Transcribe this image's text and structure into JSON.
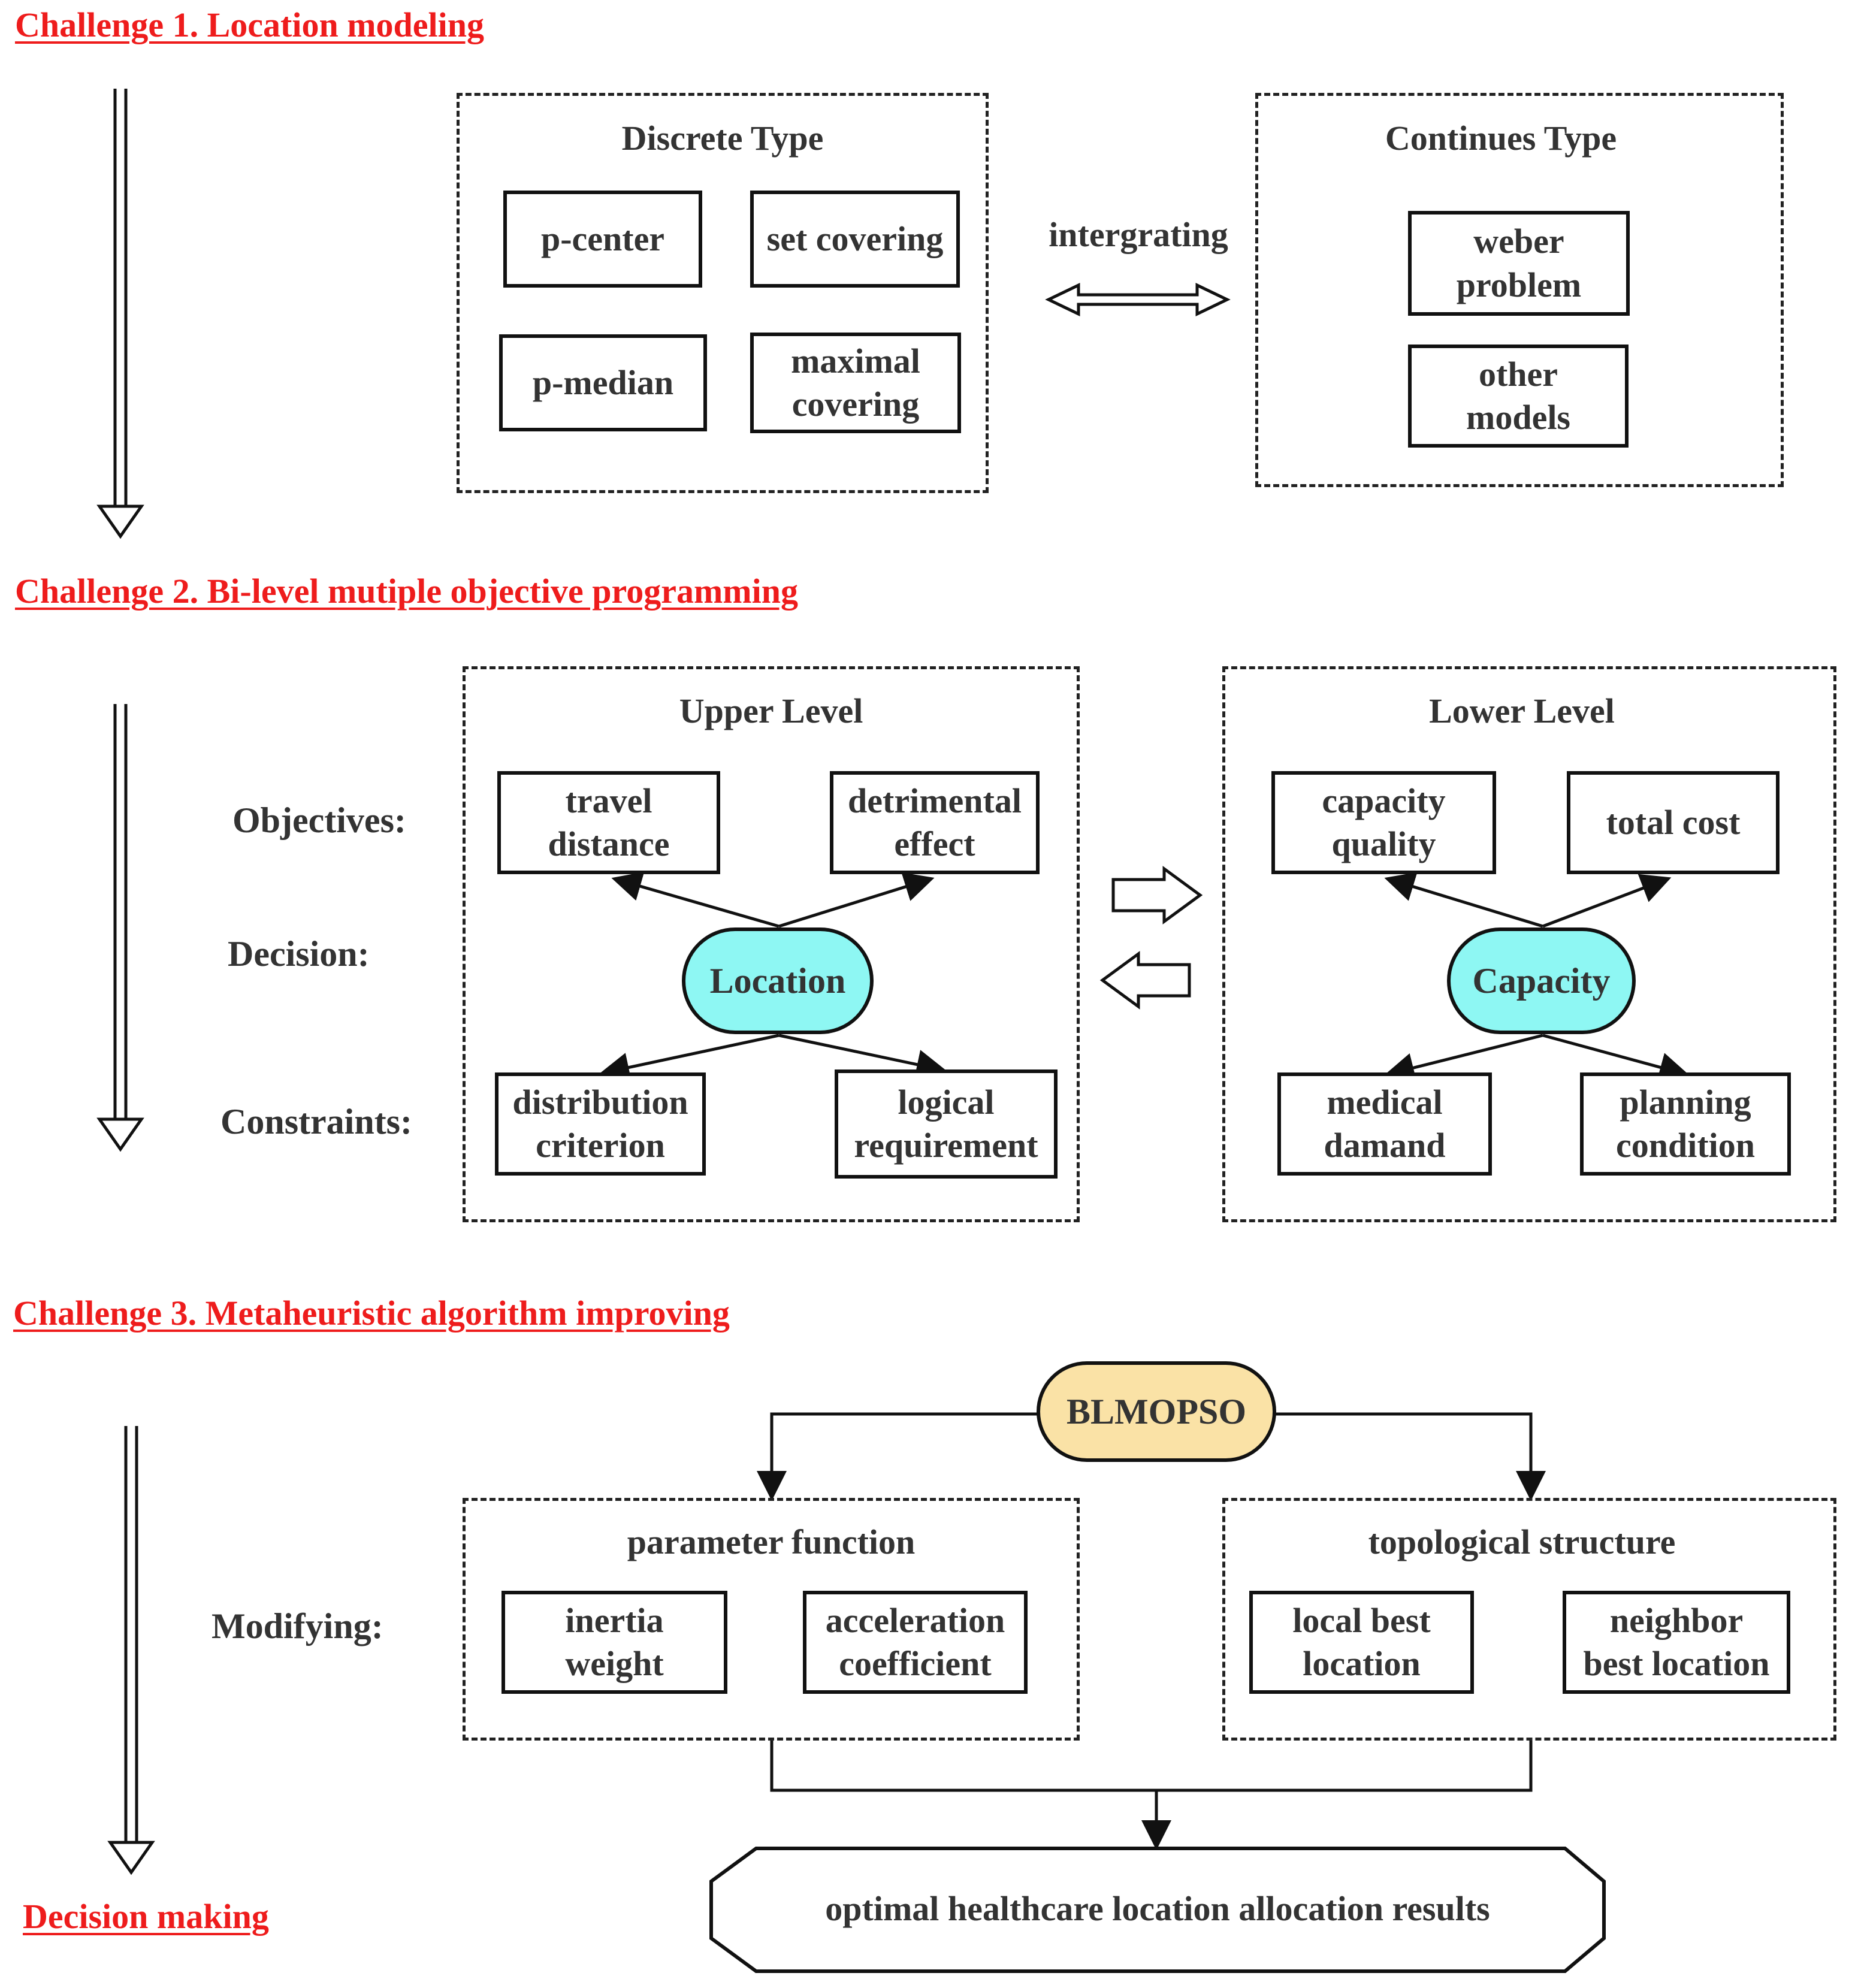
{
  "challenges": {
    "c1": "Challenge 1. Location modeling",
    "c2": "Challenge 2. Bi-level mutiple objective programming",
    "c3": "Challenge 3. Metaheuristic algorithm improving",
    "final": "Decision making"
  },
  "location_modeling": {
    "discrete": {
      "title": "Discrete Type",
      "items": [
        "p-center",
        "set covering",
        "p-median",
        "maximal\ncovering"
      ]
    },
    "integrating_label": "intergrating",
    "continuous": {
      "title": "Continues Type",
      "items": [
        "weber\nproblem",
        "other\nmodels"
      ]
    }
  },
  "bilevel": {
    "row_labels": [
      "Objectives:",
      "Decision:",
      "Constraints:"
    ],
    "upper": {
      "title": "Upper Level",
      "objectives": [
        "travel\ndistance",
        "detrimental\neffect"
      ],
      "decision": "Location",
      "constraints": [
        "distribution\ncriterion",
        "logical\nrequirement"
      ]
    },
    "lower": {
      "title": "Lower Level",
      "objectives": [
        "capacity\nquality",
        "total cost"
      ],
      "decision": "Capacity",
      "constraints": [
        "medical\ndamand",
        "planning\ncondition"
      ]
    },
    "decision_color": "#8ef7f3"
  },
  "algorithm": {
    "name": "BLMOPSO",
    "name_color": "#fae2a6",
    "modifying_label": "Modifying:",
    "parameter": {
      "title": "parameter function",
      "items": [
        "inertia\nweight",
        "acceleration\ncoefficient"
      ]
    },
    "topology": {
      "title": "topological structure",
      "items": [
        "local best\nlocation",
        "neighbor\nbest location"
      ]
    },
    "result": "optimal healthcare location allocation results"
  }
}
